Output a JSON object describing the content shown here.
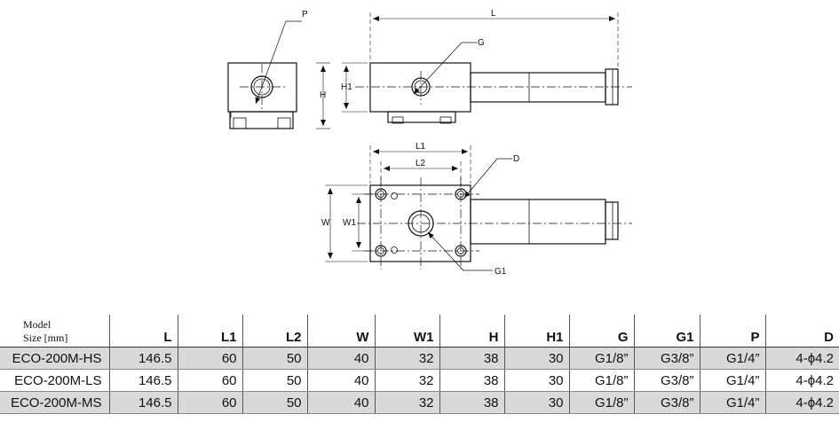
{
  "drawing": {
    "labels": {
      "P": "P",
      "L": "L",
      "G": "G",
      "H": "H",
      "H1": "H1",
      "L1": "L1",
      "L2": "L2",
      "D": "D",
      "W": "W",
      "W1": "W1",
      "G1": "G1"
    }
  },
  "table": {
    "model_header_line1": "Model",
    "model_header_line2": "Size [mm]",
    "columns": [
      "L",
      "L1",
      "L2",
      "W",
      "W1",
      "H",
      "H1",
      "G",
      "G1",
      "P",
      "D"
    ],
    "rows": [
      {
        "model": "ECO-200M-HS",
        "values": [
          "146.5",
          "60",
          "50",
          "40",
          "32",
          "38",
          "30",
          "G1/8”",
          "G3/8”",
          "G1/4”",
          "4-ϕ4.2"
        ]
      },
      {
        "model": "ECO-200M-LS",
        "values": [
          "146.5",
          "60",
          "50",
          "40",
          "32",
          "38",
          "30",
          "G1/8”",
          "G3/8”",
          "G1/4”",
          "4-ϕ4.2"
        ]
      },
      {
        "model": "ECO-200M-MS",
        "values": [
          "146.5",
          "60",
          "50",
          "40",
          "32",
          "38",
          "30",
          "G1/8”",
          "G3/8”",
          "G1/4”",
          "4-ϕ4.2"
        ]
      }
    ]
  }
}
